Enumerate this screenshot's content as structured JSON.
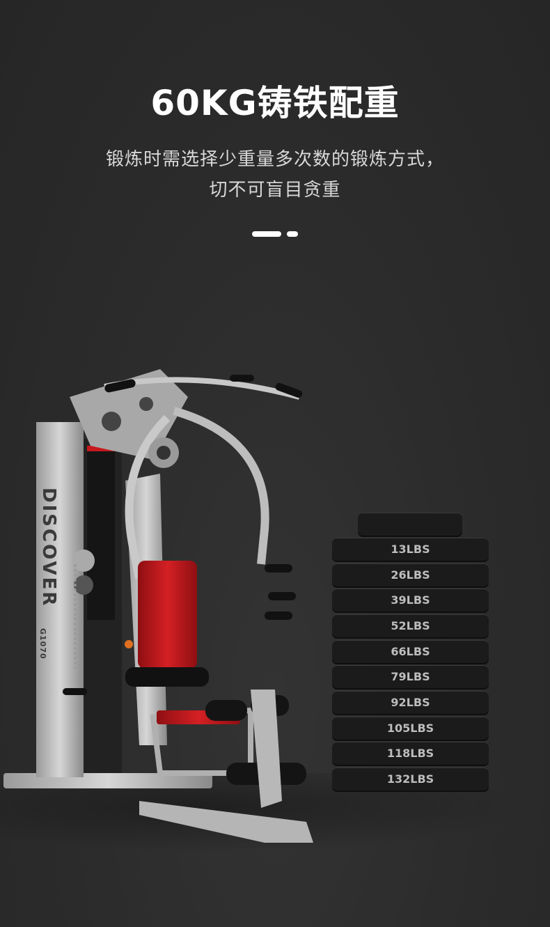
{
  "header": {
    "title": "60KG铸铁配重",
    "subtitle_lines": [
      "锻炼时需选择少重量多次数的锻炼方式，",
      "切不可盲目贪重"
    ]
  },
  "product": {
    "brand_text": "DISCOVER",
    "model_text": "G1070"
  },
  "weight_stack": {
    "plates": [
      "13LBS",
      "26LBS",
      "39LBS",
      "52LBS",
      "66LBS",
      "79LBS",
      "92LBS",
      "105LBS",
      "118LBS",
      "132LBS"
    ]
  },
  "colors": {
    "background": "#2c2c2c",
    "accent": "#c8191e",
    "plate": "#1b1b1b"
  }
}
